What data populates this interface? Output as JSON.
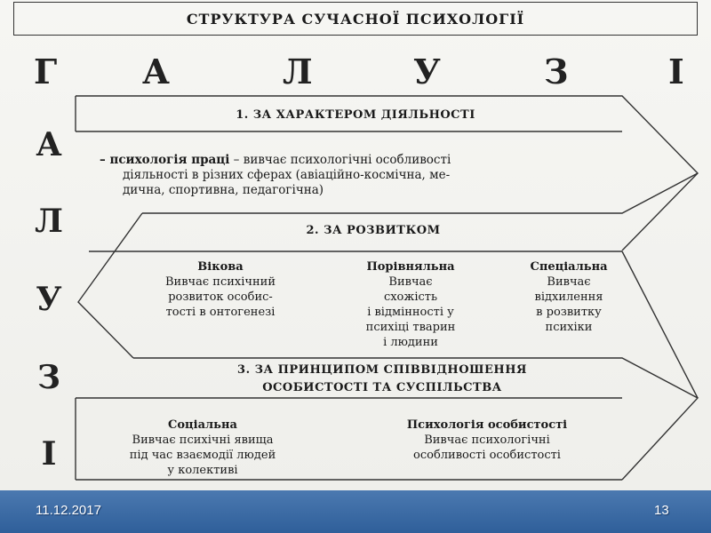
{
  "title": "СТРУКТУРА СУЧАСНОЇ ПСИХОЛОГІЇ",
  "top_letters": [
    "Г",
    "А",
    "Л",
    "У",
    "З",
    "І"
  ],
  "side_letters": [
    "А",
    "Л",
    "У",
    "З",
    "І"
  ],
  "section1": {
    "header": "1. ЗА ХАРАКТЕРОМ ДІЯЛЬНОСТІ",
    "term": "– психологія праці",
    "lines": [
      " – вивчає психологічні особливості",
      "діяльності в різних сферах (авіаційно-космічна, ме-",
      "дична, спортивна, педагогічна)"
    ]
  },
  "section2": {
    "header": "2. ЗА РОЗВИТКОМ",
    "columns": [
      {
        "title": "Вікова",
        "lines": [
          "Вивчає психічний",
          "розвиток особис-",
          "тості в онтогенезі"
        ]
      },
      {
        "title": "Порівняльна",
        "lines": [
          "Вивчає",
          "схожість",
          "і відмінності у",
          "психіці тварин",
          "і людини"
        ]
      },
      {
        "title": "Спеціальна",
        "lines": [
          "Вивчає",
          "відхилення",
          "в розвитку",
          "психіки"
        ]
      }
    ]
  },
  "section3": {
    "header_line1": "3. ЗА ПРИНЦИПОМ СПІВВІДНОШЕННЯ",
    "header_line2": "ОСОБИСТОСТІ ТА СУСПІЛЬСТВА",
    "columns": [
      {
        "title": "Соціальна",
        "lines": [
          "Вивчає психічні явища",
          "під час взаємодії людей",
          "у колективі"
        ]
      },
      {
        "title": "Психологія особистості",
        "lines": [
          "Вивчає психологічні",
          "особливості особистості"
        ]
      }
    ]
  },
  "footer": {
    "date": "11.12.2017",
    "page": "13"
  },
  "colors": {
    "footer_bar": "#3a6aa6",
    "line": "#333333"
  }
}
